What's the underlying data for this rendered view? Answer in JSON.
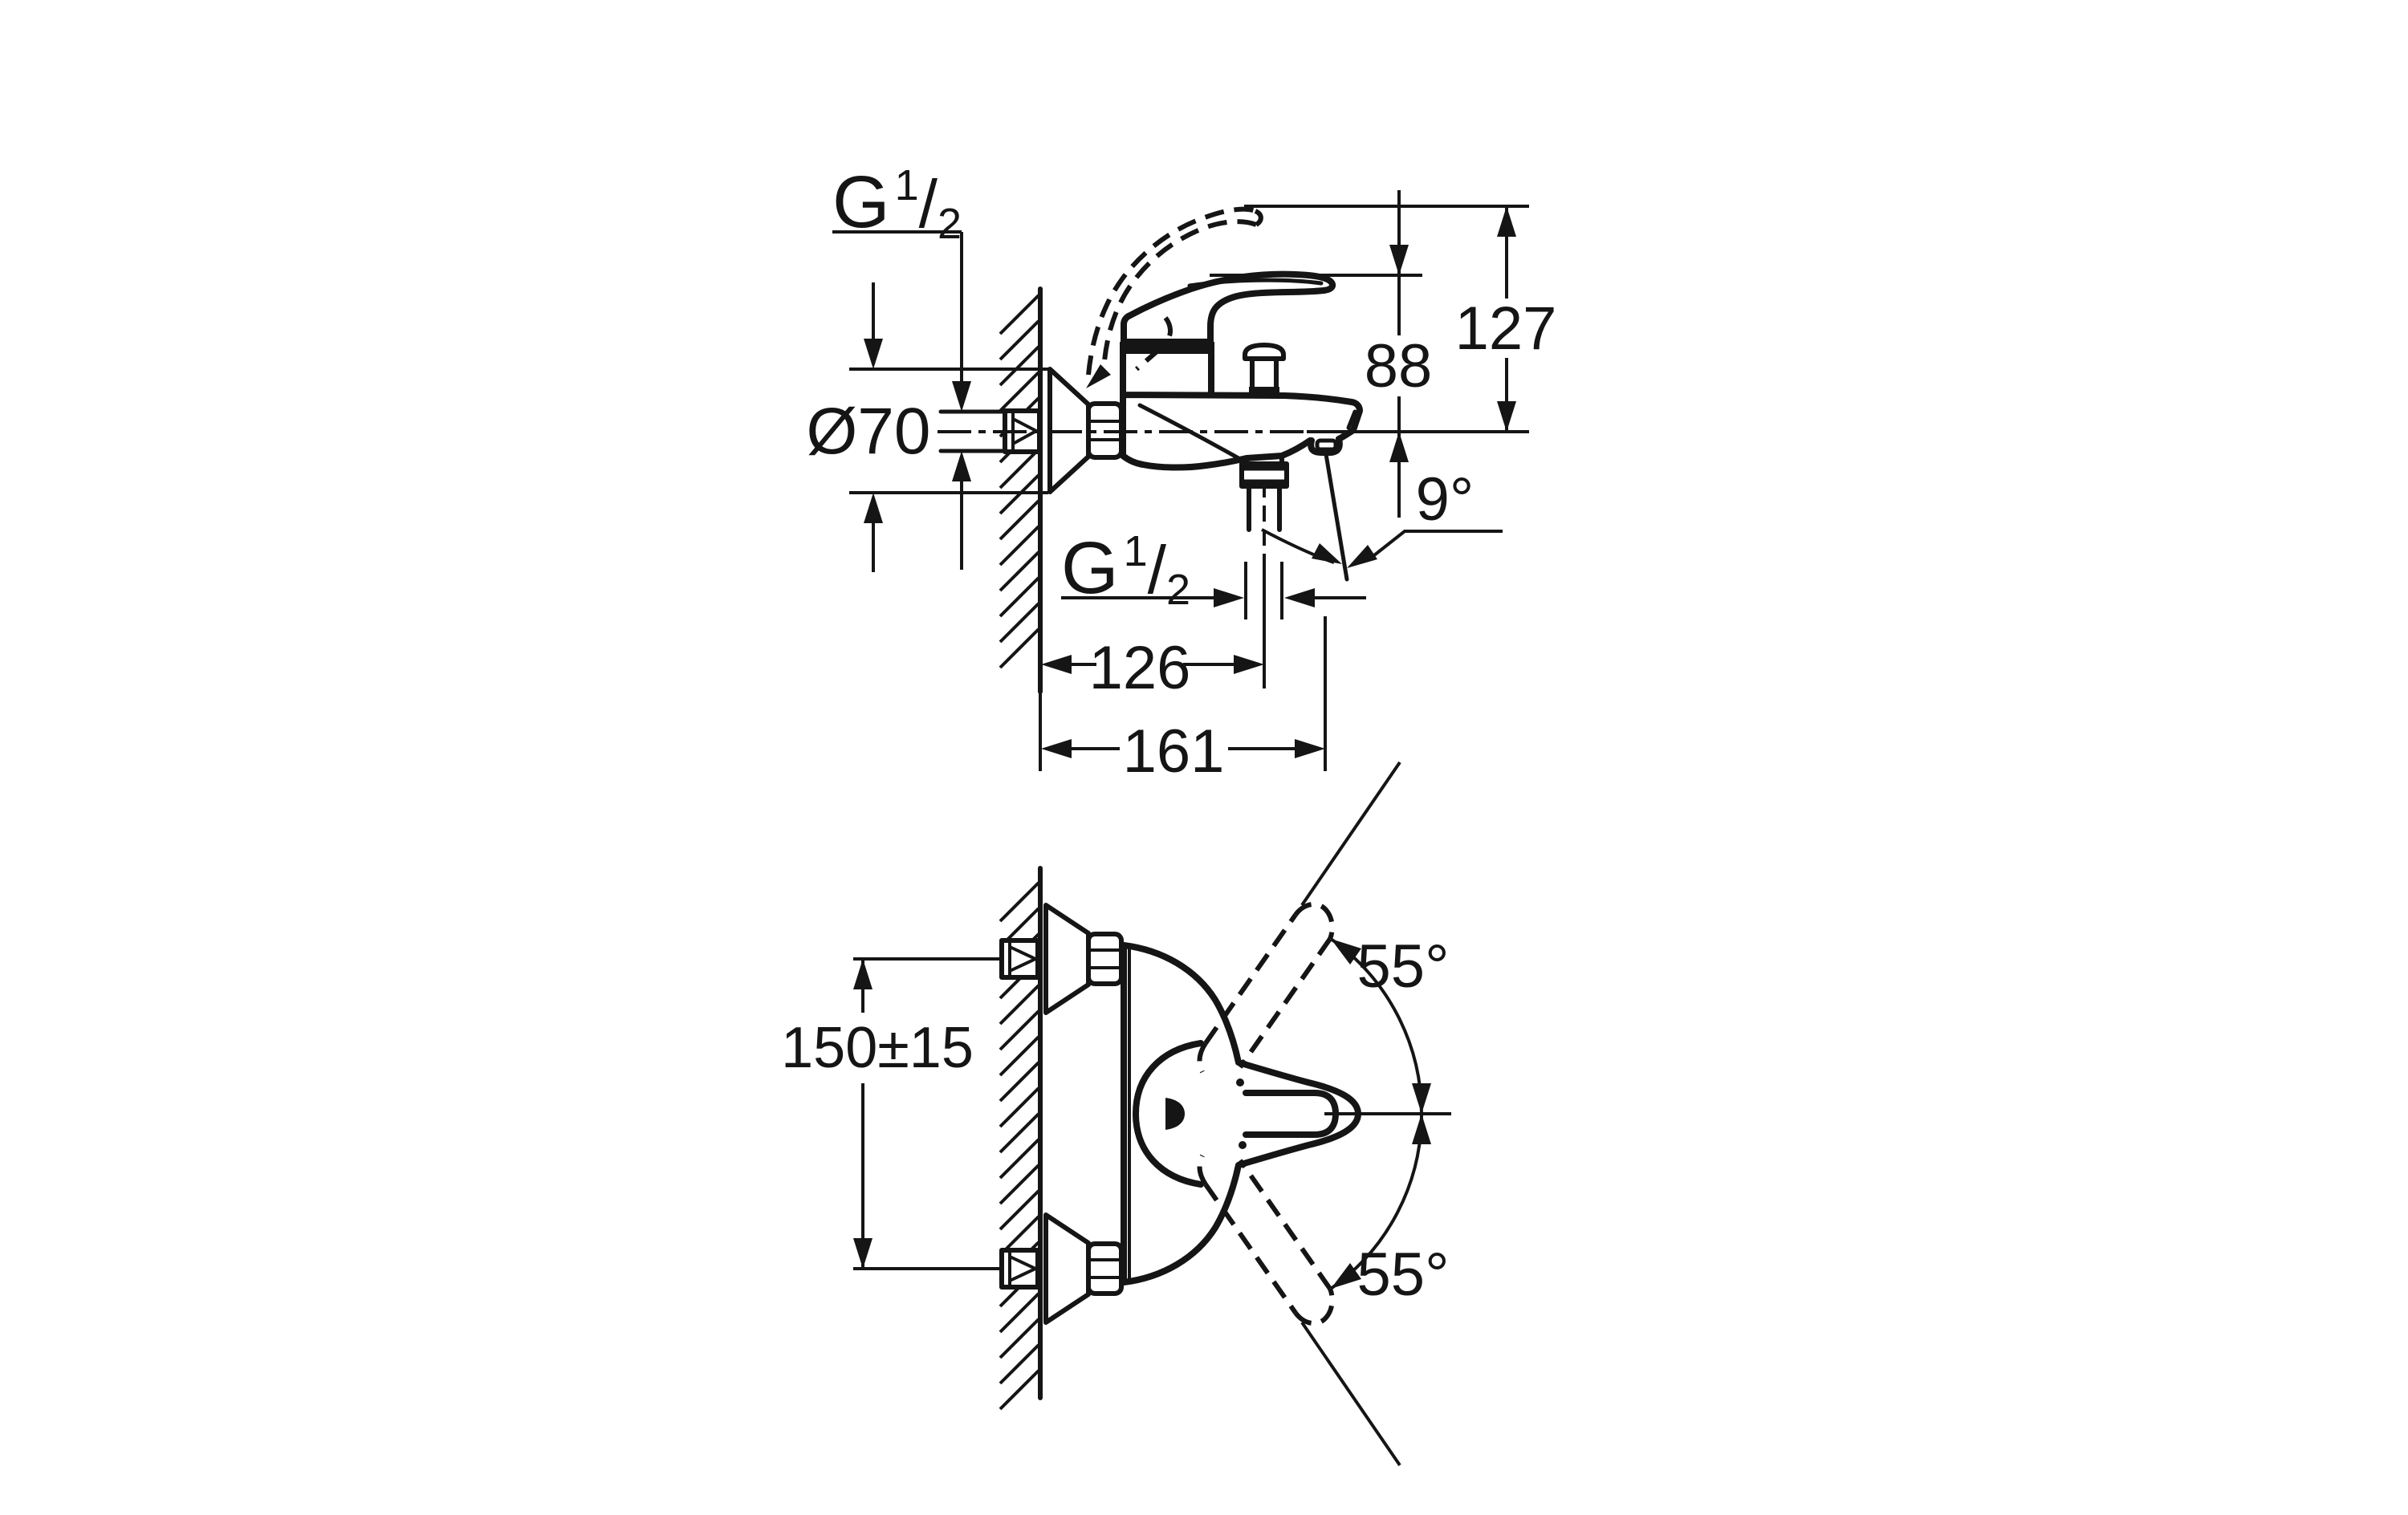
{
  "page": {
    "background": "#ffffff",
    "line_color": "#151515"
  },
  "side_view": {
    "thread_label_top": {
      "prefix": "G",
      "numerator": "1",
      "slash": "/",
      "denominator": "2"
    },
    "thread_label_outlet": {
      "prefix": "G",
      "numerator": "1",
      "slash": "/",
      "denominator": "2"
    },
    "escutcheon_diameter": "Ø70",
    "height_to_handle": "88",
    "height_to_raised_handle": "127",
    "spout_angle": "9°",
    "wall_to_shower_outlet": "126",
    "wall_to_spout_tip": "161"
  },
  "plan_view": {
    "mount_spacing": "150±15",
    "swing_angle_up": "55°",
    "swing_angle_down": "55°"
  }
}
